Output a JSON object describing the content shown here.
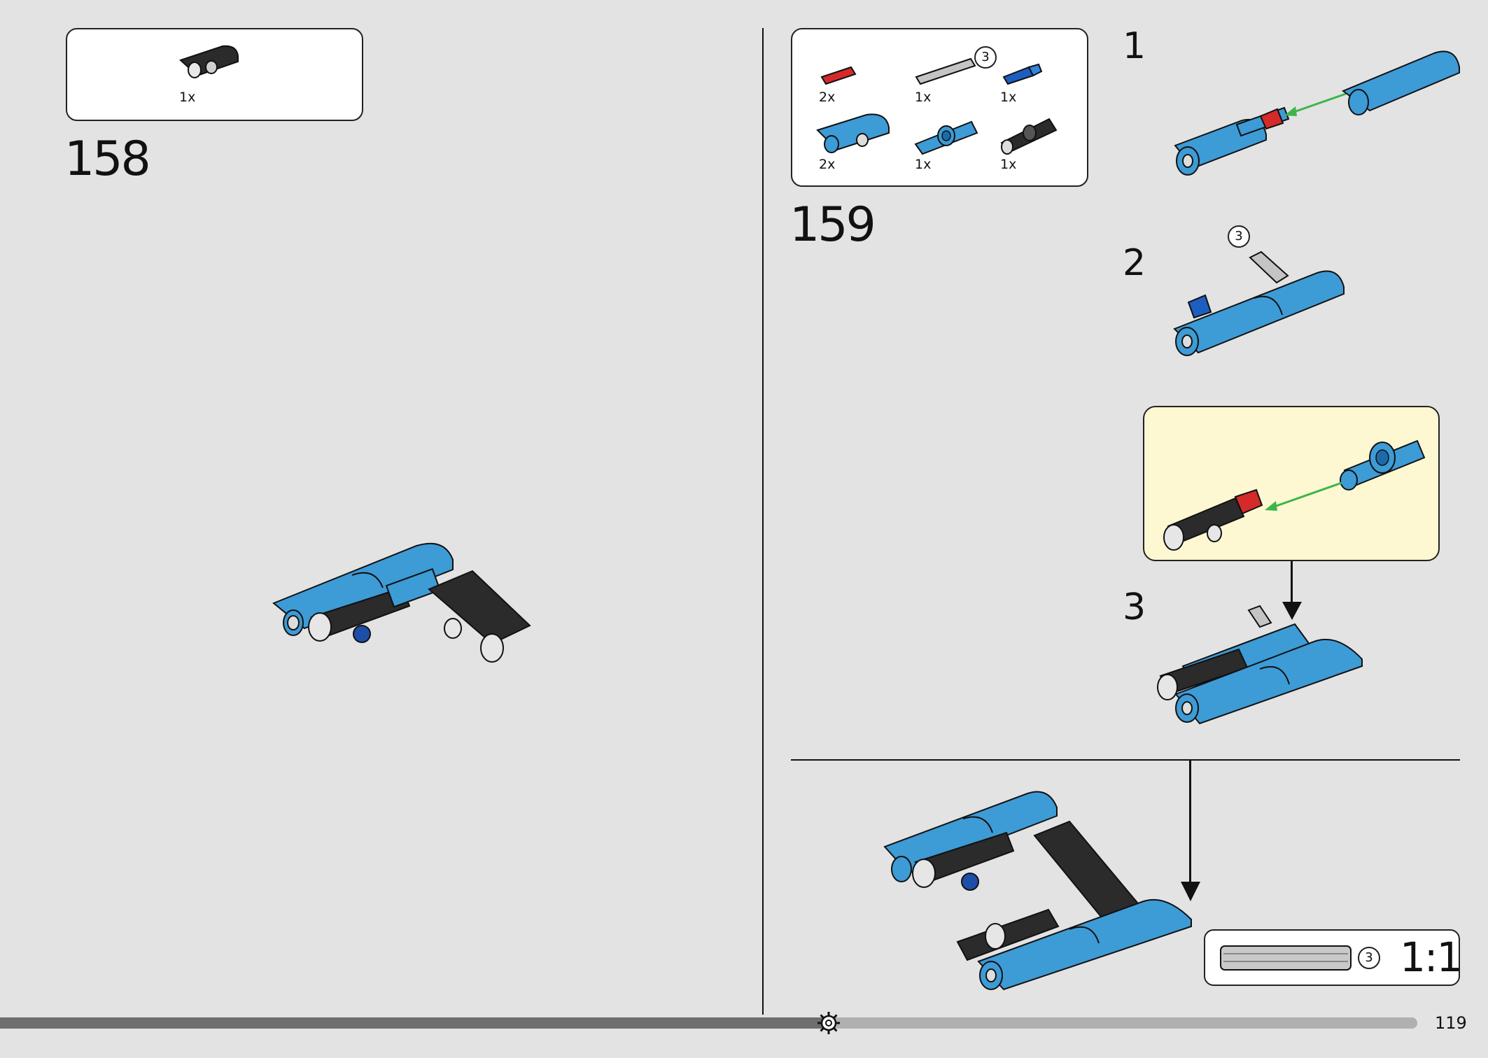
{
  "colors": {
    "page_bg": "#e3e3e3",
    "part_blue": "#3d9bd6",
    "part_dark": "#2b2b2b",
    "part_red": "#d42a2a",
    "part_gray": "#b5b5b5",
    "arrow_green": "#3cb54a",
    "sub_bg": "#fdf8d2"
  },
  "step158": {
    "number": "158",
    "parts": [
      {
        "qty": "1x",
        "icon": "dark-curved-panel-icon"
      }
    ]
  },
  "step159": {
    "number": "159",
    "parts": [
      {
        "qty": "2x",
        "icon": "red-pin-icon"
      },
      {
        "qty": "1x",
        "icon": "gray-axle-icon",
        "length": "3"
      },
      {
        "qty": "1x",
        "icon": "blue-pin-icon"
      },
      {
        "qty": "2x",
        "icon": "blue-curved-panel-icon"
      },
      {
        "qty": "1x",
        "icon": "blue-connector-icon"
      },
      {
        "qty": "1x",
        "icon": "dark-connector-icon"
      }
    ],
    "substeps": [
      {
        "number": "1"
      },
      {
        "number": "2",
        "axle_length": "3"
      },
      {
        "number": "3"
      }
    ],
    "scale_ref": {
      "axle_length": "3",
      "ratio": "1:1"
    }
  },
  "page_number": "119"
}
